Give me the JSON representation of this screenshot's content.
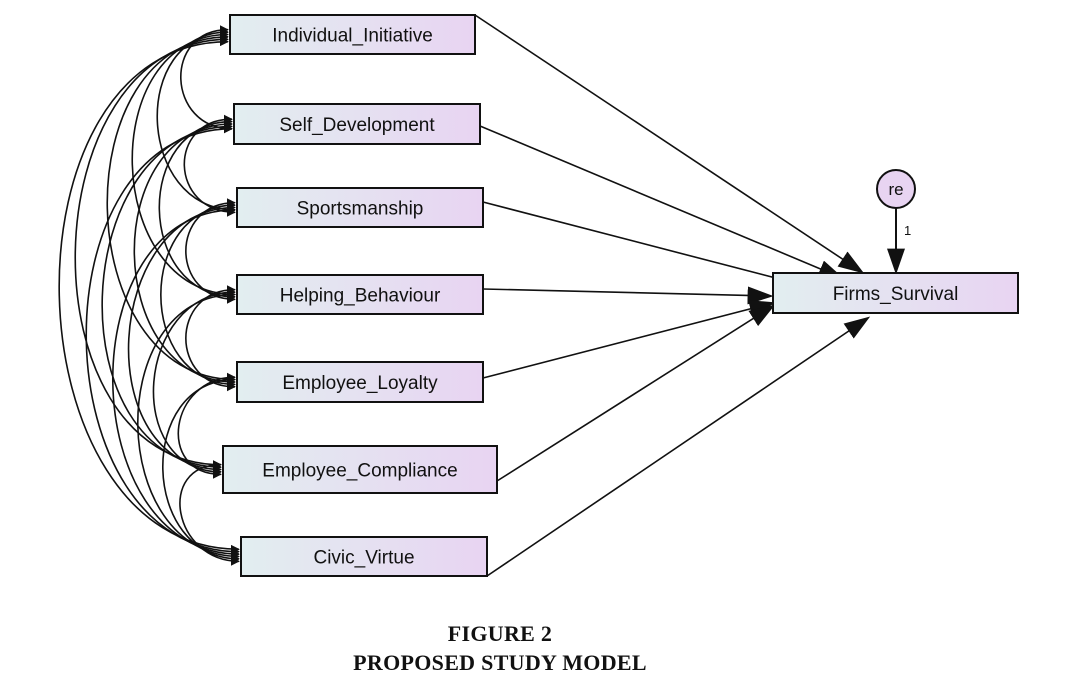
{
  "diagram": {
    "exogenous": [
      "Individual_Initiative",
      "Self_Development",
      "Sportsmanship",
      "Helping_Behaviour",
      "Employee_Loyalty",
      "Employee_Compliance",
      "Civic_Virtue"
    ],
    "endogenous": "Firms_Survival",
    "error_term": "re",
    "error_path_weight": "1",
    "colors": {
      "box_left": "#e2eef0",
      "box_right": "#e8d4f2",
      "stroke": "#111111"
    }
  },
  "caption": {
    "line1": "FIGURE 2",
    "line2": "PROPOSED STUDY MODEL"
  }
}
